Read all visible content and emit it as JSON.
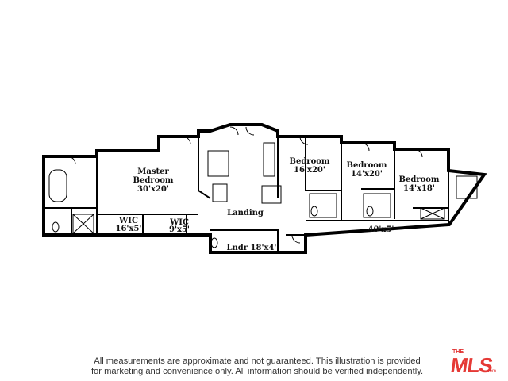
{
  "floor_plan": {
    "rooms": {
      "master_bedroom": {
        "name": "Master\nBedroom",
        "size": "30'x20'"
      },
      "bedroom_1": {
        "name": "Bedroom",
        "size": "16'x20'"
      },
      "bedroom_2": {
        "name": "Bedroom",
        "size": "14'x20'"
      },
      "bedroom_3": {
        "name": "Bedroom",
        "size": "14'x18'"
      },
      "wic_1": {
        "name": "WIC",
        "size": "16'x5'"
      },
      "wic_2": {
        "name": "WIC",
        "size": "9'x5'"
      },
      "landing": {
        "name": "Landing"
      },
      "laundry": {
        "label": "Lndr 18'x4'"
      },
      "hall": {
        "label": "40'x5'"
      }
    }
  },
  "disclaimer": {
    "line1": "All measurements are approximate and not guaranteed. This illustration is provided",
    "line2": "for marketing and convenience only. All information should be verified independently."
  },
  "logo": {
    "the": "THE",
    "main": "MLS",
    "com": ".com"
  }
}
